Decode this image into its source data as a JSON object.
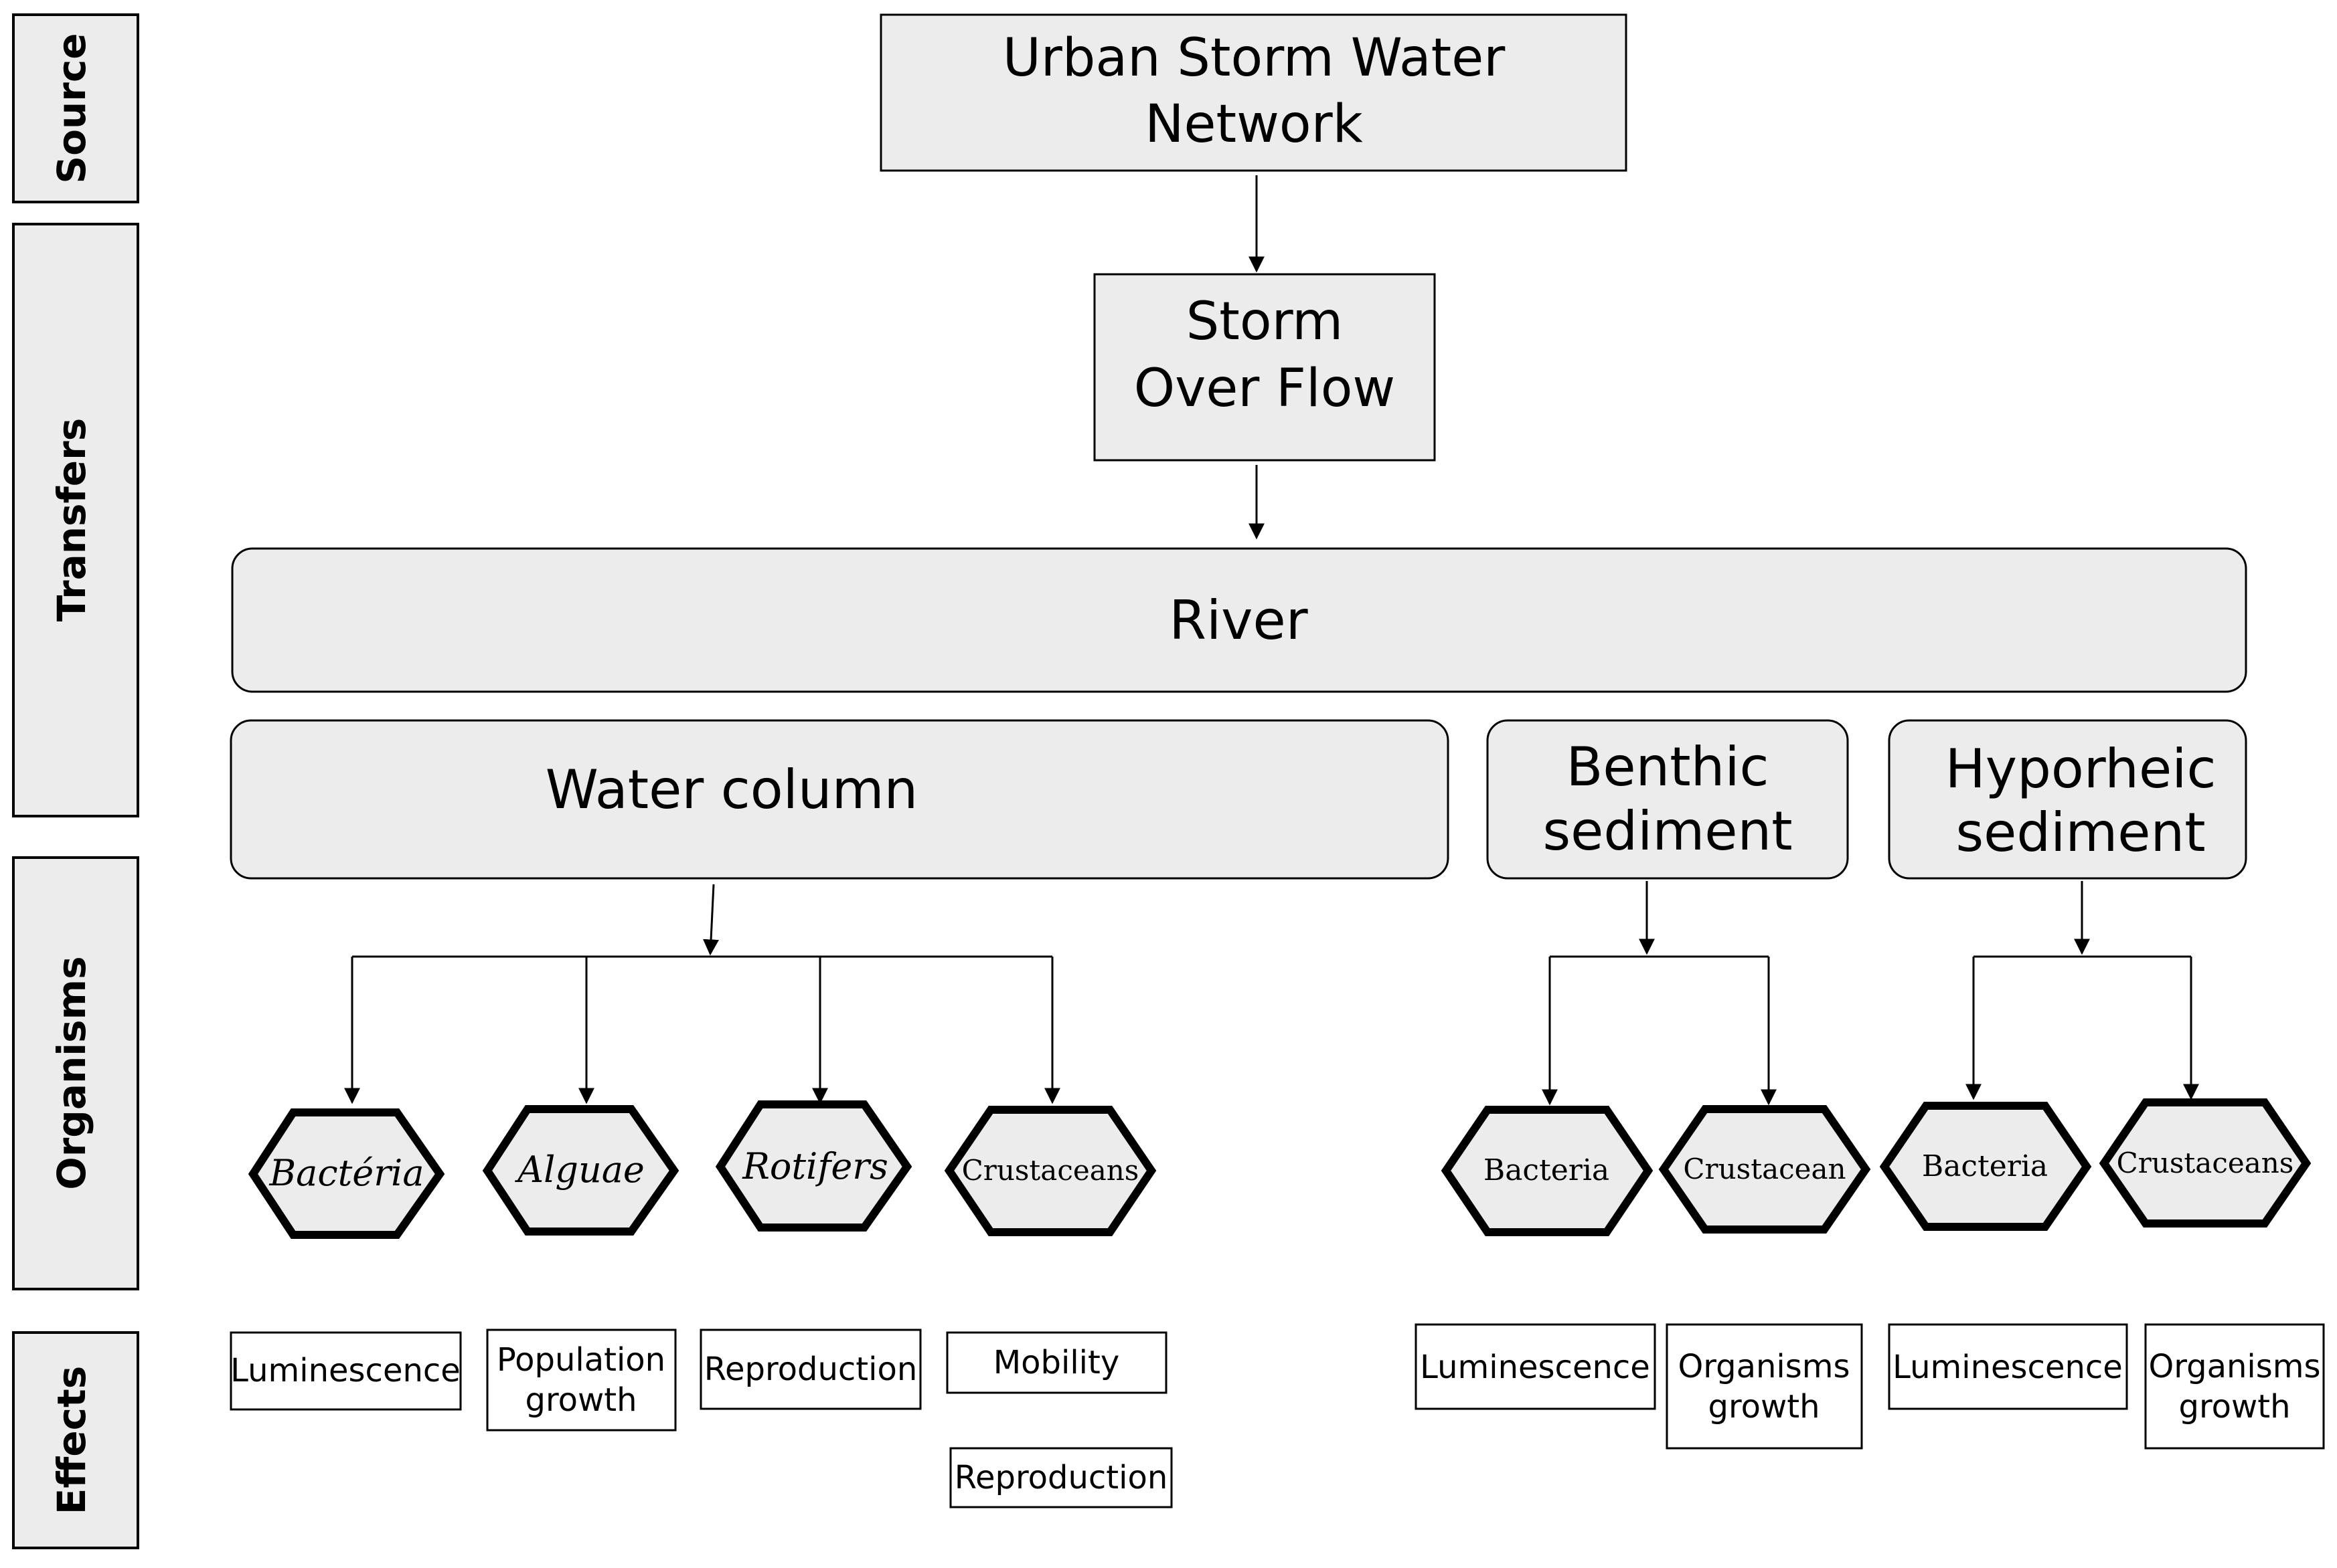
{
  "side_labels": {
    "source": "Source",
    "transfers": "Transfers",
    "organisms": "Organisms",
    "effects": "Effects"
  },
  "nodes": {
    "urban_line1": "Urban Storm Water",
    "urban_line2": "Network",
    "storm_line1": "Storm",
    "storm_line2": "Over Flow",
    "river": "River",
    "water_column": "Water column",
    "benthic_line1": "Benthic",
    "benthic_line2": "sediment",
    "hyporheic_line1": "Hyporheic",
    "hyporheic_line2": "sediment"
  },
  "organisms": {
    "wc_bacteria": "Bactéria",
    "wc_algae": "Alguae",
    "wc_rotifers": "Rotifers",
    "wc_crustaceans": "Crustaceans",
    "benthic_bacteria": "Bacteria",
    "benthic_crustacean": "Crustacean",
    "hyporheic_bacteria": "Bacteria",
    "hyporheic_crustaceans": "Crustaceans"
  },
  "effects": {
    "wc_luminescence": "Luminescence",
    "wc_population_line1": "Population",
    "wc_population_line2": "growth",
    "wc_reproduction": "Reproduction",
    "wc_mobility": "Mobility",
    "wc_reproduction_2": "Reproduction",
    "benthic_luminescence": "Luminescence",
    "benthic_growth_line1": "Organisms",
    "benthic_growth_line2": "growth",
    "hyporheic_luminescence": "Luminescence",
    "hyporheic_growth_line1": "Organisms",
    "hyporheic_growth_line2": "growth"
  },
  "colors": {
    "box_fill": "#ececec",
    "stroke": "#000000",
    "text": "#000000"
  }
}
